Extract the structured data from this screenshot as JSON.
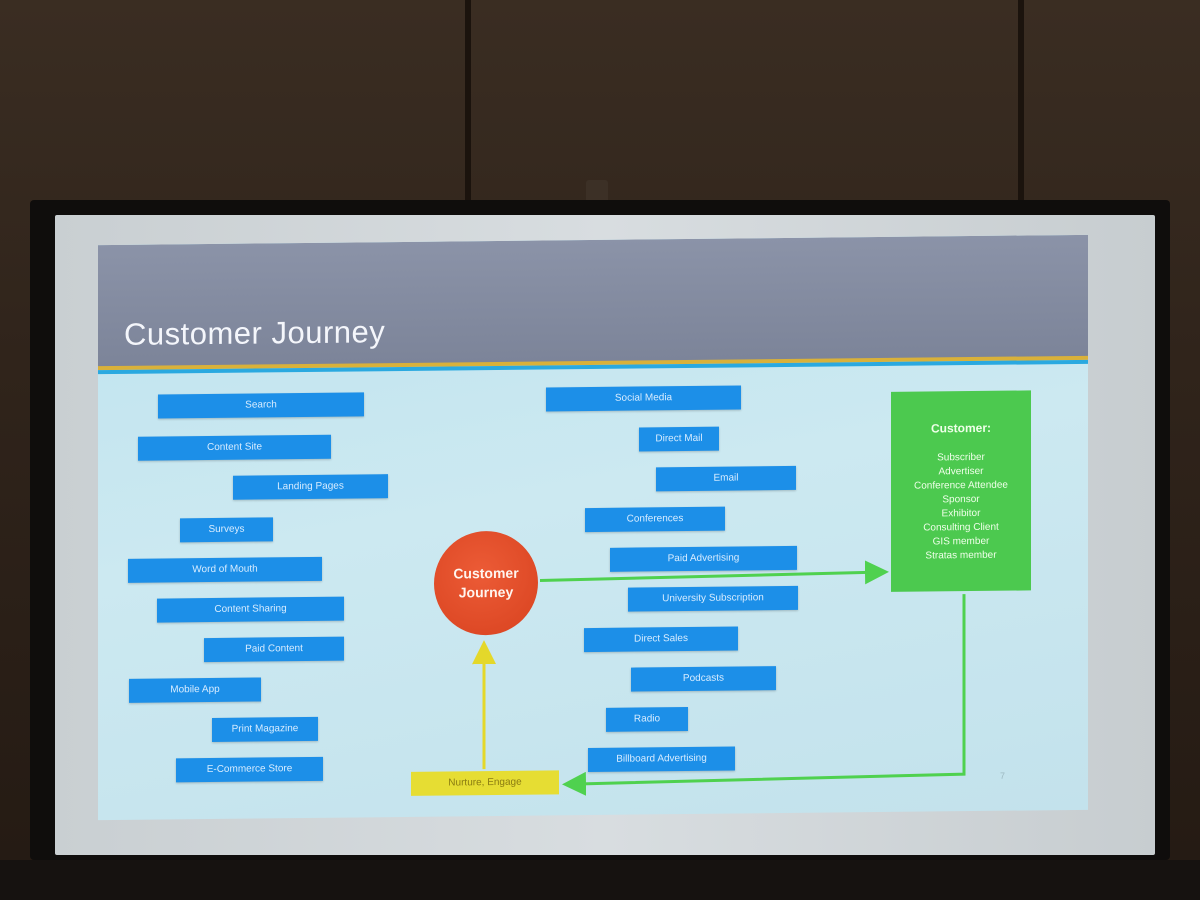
{
  "slide": {
    "title": "Customer Journey",
    "center_label": "Customer Journey",
    "nurture_label": "Nurture, Engage",
    "page_number": "7"
  },
  "left_channels": [
    "Search",
    "Content Site",
    "Landing Pages",
    "Surveys",
    "Word of Mouth",
    "Content Sharing",
    "Paid Content",
    "Mobile App",
    "Print Magazine",
    "E-Commerce Store"
  ],
  "right_channels": [
    "Social Media",
    "Direct Mail",
    "Email",
    "Conferences",
    "Paid Advertising",
    "University Subscription",
    "Direct Sales",
    "Podcasts",
    "Radio",
    "Billboard Advertising"
  ],
  "customer": {
    "heading": "Customer:",
    "types": [
      "Subscriber",
      "Advertiser",
      "Conference Attendee",
      "Sponsor",
      "Exhibitor",
      "Consulting Client",
      "GIS member",
      "Stratas member"
    ]
  },
  "colors": {
    "channel_box": "#1c8fe8",
    "center_circle": "#e04d27",
    "customer_box": "#4cc94f",
    "nurture_box": "#e6dd33",
    "green_arrow": "#4fd14f",
    "yellow_arrow": "#e4d82a"
  }
}
